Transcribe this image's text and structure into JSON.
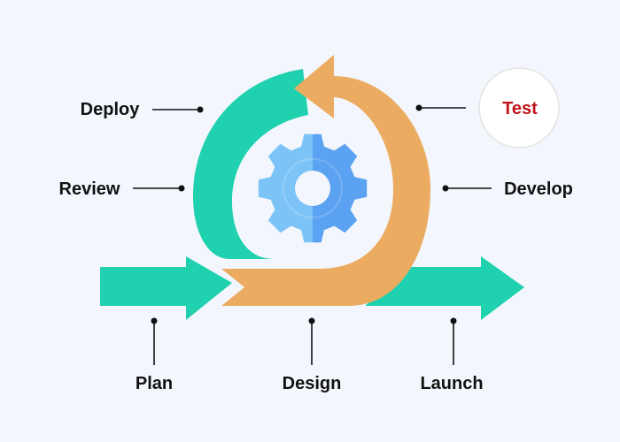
{
  "diagram": {
    "title": "Agile development cycle",
    "stages": {
      "plan": "Plan",
      "design": "Design",
      "develop": "Develop",
      "test": "Test",
      "deploy": "Deploy",
      "review": "Review",
      "launch": "Launch"
    }
  },
  "colors": {
    "background": "#f3f7fd",
    "teal": "#1fd1ae",
    "orange": "#ebac62",
    "gear_light": "#7cc4f8",
    "gear_dark": "#5ba2f2",
    "test_text": "#c0131a",
    "test_circle_border": "#e3e3e3",
    "label": "#111111"
  },
  "icons": {
    "center": "gear-icon"
  }
}
